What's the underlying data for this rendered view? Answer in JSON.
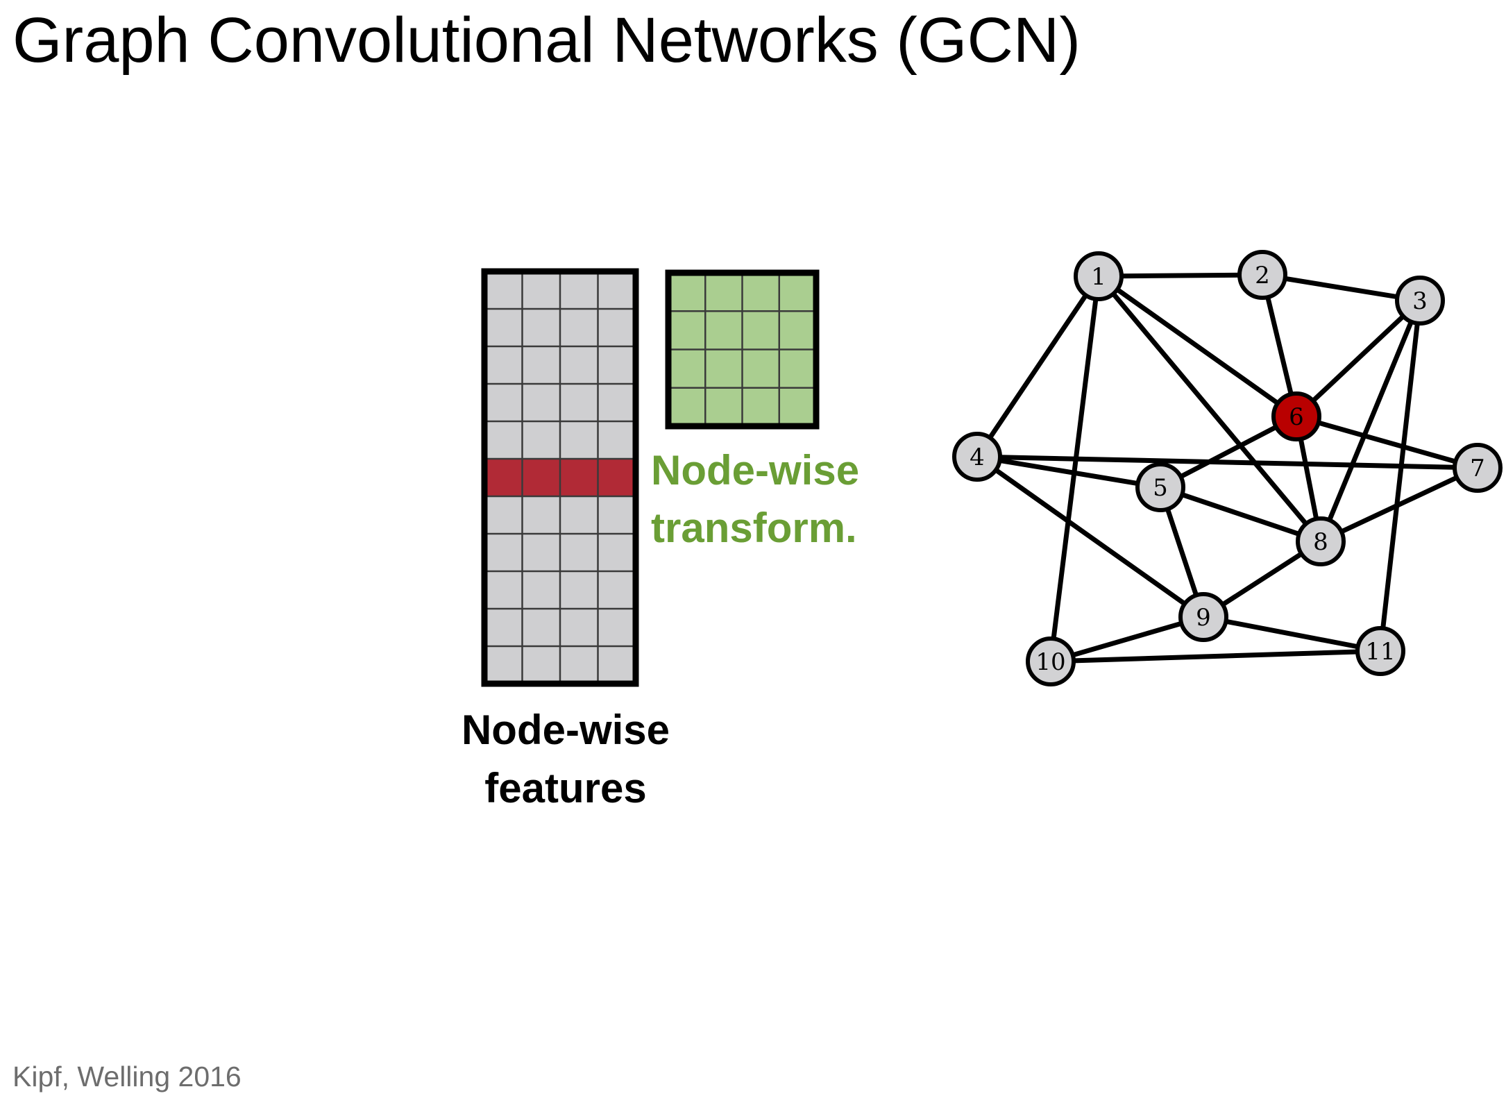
{
  "title": "Graph Convolutional Networks (GCN)",
  "citation": "Kipf, Welling 2016",
  "colors": {
    "feature_cell": "#cfcfd1",
    "feature_row_highlight": "#b12a36",
    "transform_cell": "#aace90",
    "transform_text": "#6a9e35",
    "node_fill": "#d2d2d4",
    "node_highlight": "#b90000",
    "edge": "#000000"
  },
  "feature_matrix": {
    "rows": 11,
    "cols": 4,
    "highlighted_row": 5,
    "label_line1": "Node-wise",
    "label_line2": "features"
  },
  "transform_matrix": {
    "rows": 4,
    "cols": 4,
    "label_line1": "Node-wise",
    "label_line2": "transform."
  },
  "graph": {
    "highlighted_node": "6",
    "nodes": [
      "1",
      "2",
      "3",
      "4",
      "5",
      "6",
      "7",
      "8",
      "9",
      "10",
      "11"
    ],
    "edges": [
      [
        "1",
        "2"
      ],
      [
        "1",
        "4"
      ],
      [
        "1",
        "6"
      ],
      [
        "1",
        "8"
      ],
      [
        "1",
        "10"
      ],
      [
        "2",
        "3"
      ],
      [
        "2",
        "6"
      ],
      [
        "3",
        "6"
      ],
      [
        "3",
        "8"
      ],
      [
        "3",
        "11"
      ],
      [
        "4",
        "5"
      ],
      [
        "4",
        "7"
      ],
      [
        "4",
        "9"
      ],
      [
        "5",
        "6"
      ],
      [
        "5",
        "8"
      ],
      [
        "5",
        "9"
      ],
      [
        "6",
        "7"
      ],
      [
        "6",
        "8"
      ],
      [
        "7",
        "8"
      ],
      [
        "8",
        "9"
      ],
      [
        "9",
        "10"
      ],
      [
        "9",
        "11"
      ],
      [
        "10",
        "11"
      ]
    ]
  }
}
